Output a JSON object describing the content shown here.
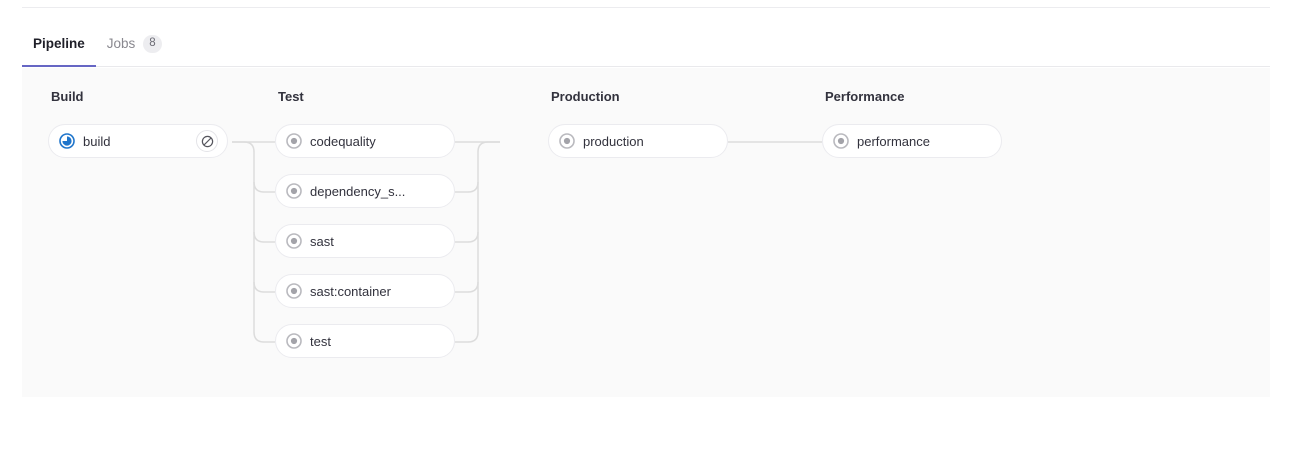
{
  "tabs": [
    {
      "label": "Pipeline",
      "active": true,
      "badge": null
    },
    {
      "label": "Jobs",
      "active": false,
      "badge": "8"
    }
  ],
  "colors": {
    "active_tab_underline": "#6666c4",
    "running_status": "#1f75cb",
    "created_status": "#89888d",
    "canvas_background": "#fafafa",
    "job_border": "#ebebef",
    "connector_line": "#dcdcdc"
  },
  "pipeline": {
    "stages": [
      {
        "name": "Build",
        "jobs": [
          {
            "name": "build",
            "status": "running",
            "status_icon": "status-running-icon",
            "action": {
              "name": "cancel",
              "icon": "cancel-icon"
            }
          }
        ]
      },
      {
        "name": "Test",
        "jobs": [
          {
            "name": "codequality",
            "status": "created",
            "status_icon": "status-created-icon",
            "action": null
          },
          {
            "name": "dependency_s...",
            "status": "created",
            "status_icon": "status-created-icon",
            "action": null
          },
          {
            "name": "sast",
            "status": "created",
            "status_icon": "status-created-icon",
            "action": null
          },
          {
            "name": "sast:container",
            "status": "created",
            "status_icon": "status-created-icon",
            "action": null
          },
          {
            "name": "test",
            "status": "created",
            "status_icon": "status-created-icon",
            "action": null
          }
        ]
      },
      {
        "name": "Production",
        "jobs": [
          {
            "name": "production",
            "status": "created",
            "status_icon": "status-created-icon",
            "action": null
          }
        ]
      },
      {
        "name": "Performance",
        "jobs": [
          {
            "name": "performance",
            "status": "created",
            "status_icon": "status-created-icon",
            "action": null
          }
        ]
      }
    ]
  }
}
